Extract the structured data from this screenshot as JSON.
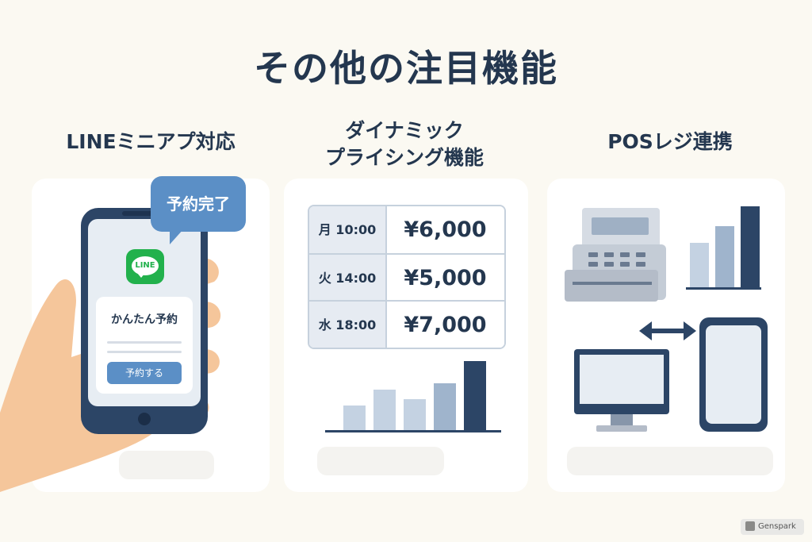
{
  "title": "その他の注目機能",
  "columns": [
    {
      "title_lines": [
        "LINEミニアプ対応"
      ]
    },
    {
      "title_lines": [
        "ダイナミック",
        "プライシング機能"
      ]
    },
    {
      "title_lines": [
        "POSレジ連携"
      ]
    }
  ],
  "line_feature": {
    "bubble": "予約完了",
    "logo": "LINE",
    "card_title": "かんたん予約",
    "button": "予約する"
  },
  "pricing": {
    "rows": [
      {
        "slot": "月 10:00",
        "price": "¥6,000"
      },
      {
        "slot": "火 14:00",
        "price": "¥5,000"
      },
      {
        "slot": "水 18:00",
        "price": "¥7,000"
      }
    ],
    "chart_data": {
      "type": "bar",
      "values": [
        30,
        50,
        38,
        58,
        85
      ],
      "colors": [
        "#c4d2e2",
        "#c4d2e2",
        "#c4d2e2",
        "#9fb4cc",
        "#2c4566"
      ]
    }
  },
  "pos": {
    "chart_data": {
      "type": "bar",
      "values": [
        55,
        75,
        100
      ],
      "colors": [
        "#c4d2e2",
        "#9fb4cc",
        "#2c4566"
      ]
    }
  },
  "watermark": "Genspark"
}
